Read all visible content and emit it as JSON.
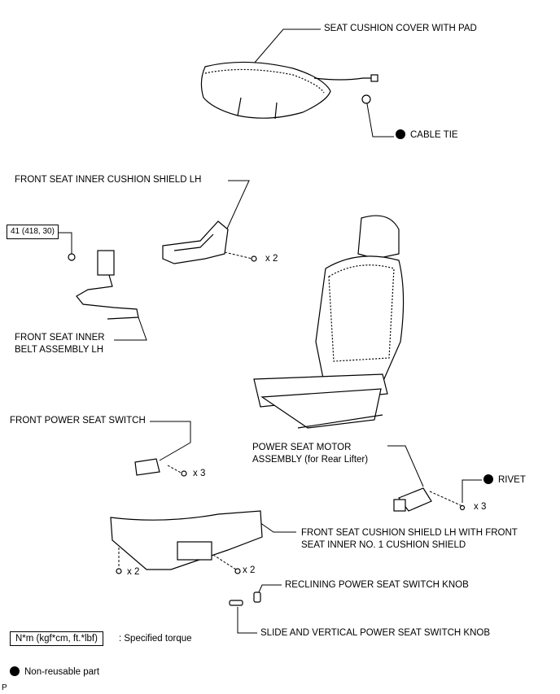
{
  "labels": {
    "seat_cushion_cover": "SEAT CUSHION COVER WITH PAD",
    "cable_tie": "CABLE TIE",
    "inner_cushion_shield": "FRONT SEAT INNER CUSHION SHIELD LH",
    "inner_belt_line1": "FRONT SEAT INNER",
    "inner_belt_line2": "BELT ASSEMBLY LH",
    "power_seat_switch": "FRONT POWER SEAT SWITCH",
    "motor_line1": "POWER SEAT MOTOR",
    "motor_line2": "ASSEMBLY (for Rear Lifter)",
    "rivet": "RIVET",
    "cushion_shield_line1": "FRONT SEAT CUSHION SHIELD LH WITH FRONT",
    "cushion_shield_line2": "SEAT INNER NO. 1 CUSHION SHIELD",
    "reclining_knob": "RECLINING POWER SEAT SWITCH KNOB",
    "slide_knob": "SLIDE AND VERTICAL POWER SEAT SWITCH KNOB"
  },
  "torque": "41 (418, 30)",
  "quantities": {
    "shield_bolt": "x 2",
    "switch_screw": "x 3",
    "rivet": "x 3",
    "cushion_left": "x 2",
    "cushion_right": "x 2"
  },
  "legend": {
    "torque_units": "N*m (kgf*cm, ft.*lbf)",
    "torque_desc": ": Specified torque",
    "non_reusable": "Non-reusable part"
  },
  "corner_mark": "P"
}
